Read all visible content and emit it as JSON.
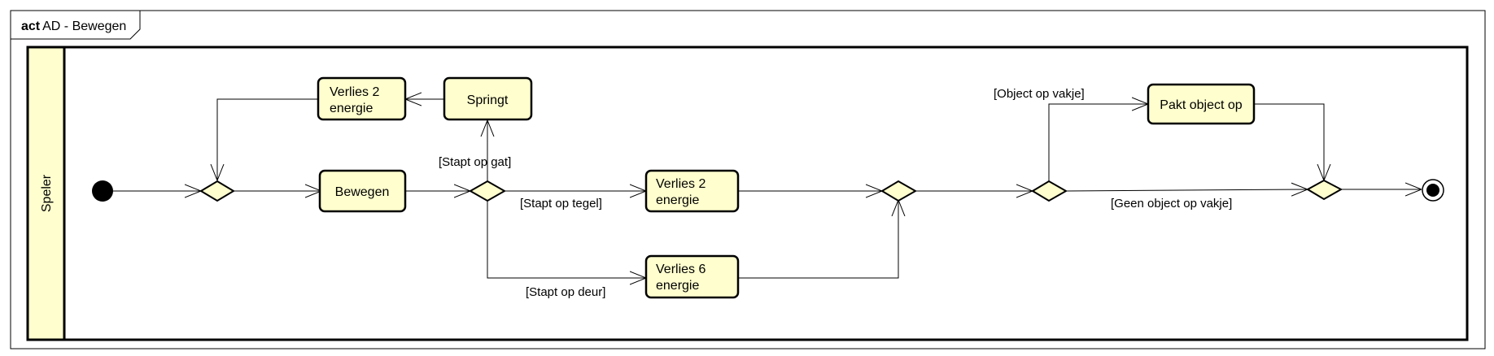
{
  "frame": {
    "keyword": "act",
    "title": "AD - Bewegen"
  },
  "lane": {
    "label": "Speler"
  },
  "actions": {
    "bewegen": "Bewegen",
    "springt": "Springt",
    "verlies2_top": [
      "Verlies 2",
      "energie"
    ],
    "verlies2_mid": [
      "Verlies 2",
      "energie"
    ],
    "verlies6": [
      "Verlies 6",
      "energie"
    ],
    "pakt": "Pakt object op"
  },
  "guards": {
    "gat": "[Stapt op gat]",
    "tegel": "[Stapt op tegel]",
    "deur": "[Stapt op deur]",
    "object": "[Object op vakje]",
    "geen": "[Geen object op vakje]"
  },
  "colors": {
    "fill": "#fefece",
    "stroke": "#000000"
  }
}
